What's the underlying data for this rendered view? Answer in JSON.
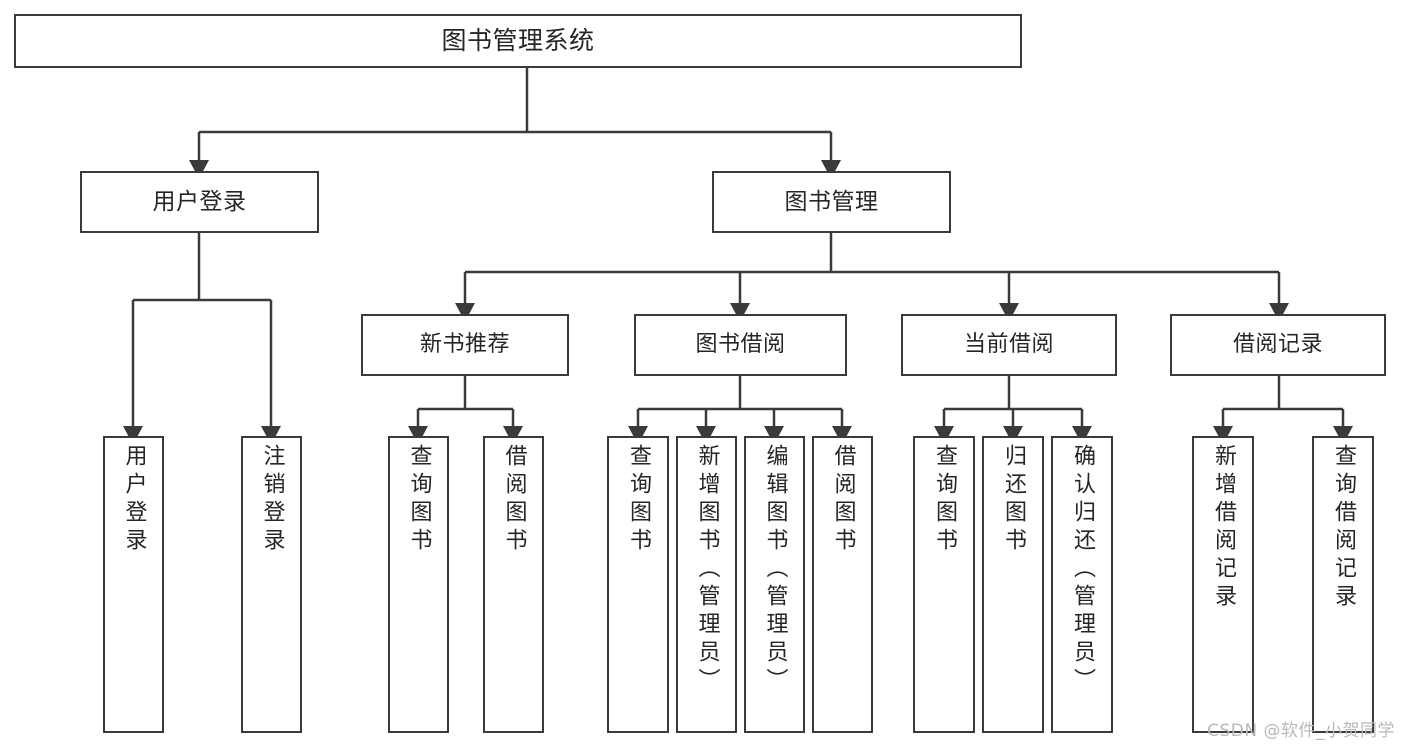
{
  "diagram": {
    "type": "tree-hierarchy-flowchart",
    "root": {
      "id": "root",
      "label": "图书管理系统"
    },
    "level1": [
      {
        "id": "user-login",
        "label": "用户登录"
      },
      {
        "id": "book-management",
        "label": "图书管理"
      }
    ],
    "level2": [
      {
        "id": "new-book-recommend",
        "label": "新书推荐",
        "parent": "book-management"
      },
      {
        "id": "book-borrow",
        "label": "图书借阅",
        "parent": "book-management"
      },
      {
        "id": "current-borrow",
        "label": "当前借阅",
        "parent": "book-management"
      },
      {
        "id": "borrow-record",
        "label": "借阅记录",
        "parent": "book-management"
      }
    ],
    "leaves": {
      "user_login": [
        {
          "id": "leaf-user-login",
          "label": "用户登录"
        },
        {
          "id": "leaf-logout-login",
          "label": "注销登录"
        }
      ],
      "new_book_recommend": [
        {
          "id": "leaf-query-book-1",
          "label": "查询图书"
        },
        {
          "id": "leaf-borrow-book-1",
          "label": "借阅图书"
        }
      ],
      "book_borrow": [
        {
          "id": "leaf-query-book-2",
          "label": "查询图书"
        },
        {
          "id": "leaf-add-book",
          "label": "新增图书（管理员）"
        },
        {
          "id": "leaf-edit-book",
          "label": "编辑图书（管理员）"
        },
        {
          "id": "leaf-borrow-book-2",
          "label": "借阅图书"
        }
      ],
      "current_borrow": [
        {
          "id": "leaf-query-book-3",
          "label": "查询图书"
        },
        {
          "id": "leaf-return-book",
          "label": "归还图书"
        },
        {
          "id": "leaf-confirm-return",
          "label": "确认归还（管理员）"
        }
      ],
      "borrow_record": [
        {
          "id": "leaf-add-record",
          "label": "新增借阅记录"
        },
        {
          "id": "leaf-query-record",
          "label": "查询借阅记录"
        }
      ]
    },
    "colors": {
      "stroke": "#3a3a3a",
      "text": "#262626",
      "background": "#ffffff",
      "watermark": "#b9b9b9"
    }
  },
  "watermark": {
    "text": "CSDN @软件_小贺同学"
  }
}
